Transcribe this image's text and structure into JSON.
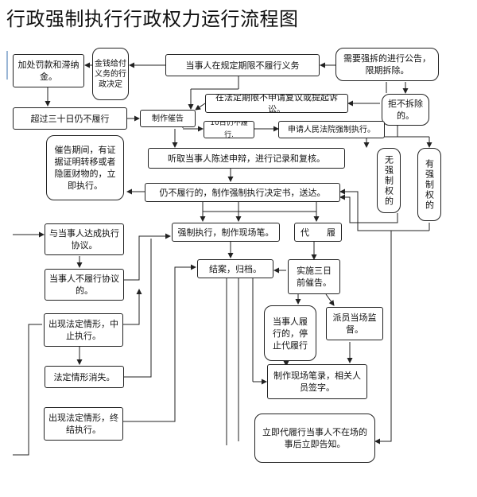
{
  "title": "行政强制执行行政权力运行流程图",
  "nodes": {
    "fine": "加处罚款和滞纳金。",
    "money": "金钱给付义务的行政决定",
    "fail": "当事人在规定期限不履行义务",
    "demolish": "需要强拆的进行公告，限期拆除。",
    "over30": "超过三十日仍不履行",
    "notice": "制作催告",
    "noreview": "在法定期限不申请复议或提起诉讼。",
    "refuse": "拒不拆除的。",
    "tenday": "10日仍不履行.",
    "court": "申请人民法院强制执行。",
    "noright": "无强制权的",
    "hasright": "有强制权的",
    "urgent": "催告期间，有证据证明转移或者隐匿财物的，立即执行。",
    "hear": "听取当事人陈述申辩，进行记录和复核。",
    "decide": "仍不履行的，制作强制执行决定书，送达。",
    "agree": "与当事人达成执行协议。",
    "enforce": "强制执行，制作现场笔。",
    "proxy": "代　　履",
    "breach": "当事人不履行协议的。",
    "close": "结案，归档。",
    "threeday": "实施三日前催告。",
    "suspend": "出现法定情形，中止执行。",
    "stopproxy": "当事人履行的，停止代履行",
    "staff": "派员当场监督。",
    "vanish": "法定情形消失。",
    "record": "制作现场笔录，相关人员签字。",
    "terminate": "出现法定情形，终结执行。",
    "immediate": "立即代履行当事人不在场的事后立即告知。"
  }
}
